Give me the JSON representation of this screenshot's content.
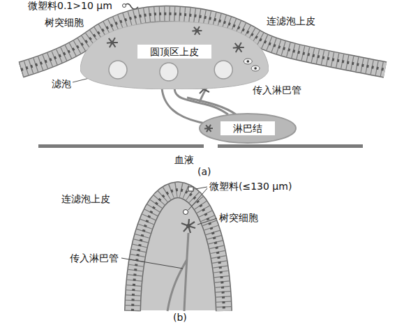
{
  "diagram": {
    "nodes": [
      {
        "text": [
          "圆顶区上皮"
        ]
      },
      {
        "text": [
          "淋巴结"
        ]
      }
    ],
    "edges": [
      {
        "from": 0,
        "to": 1,
        "arrow": "none"
      }
    ],
    "labels": [
      "微塑料0.1>10 μm",
      "树突细胞",
      "连滤泡上皮",
      "滤泡",
      "传入淋巴管",
      "血液",
      "(a)",
      "微塑料(≤130 μm)",
      "连滤泡上皮",
      "树突细胞",
      "传入淋巴管",
      "(b)"
    ]
  }
}
